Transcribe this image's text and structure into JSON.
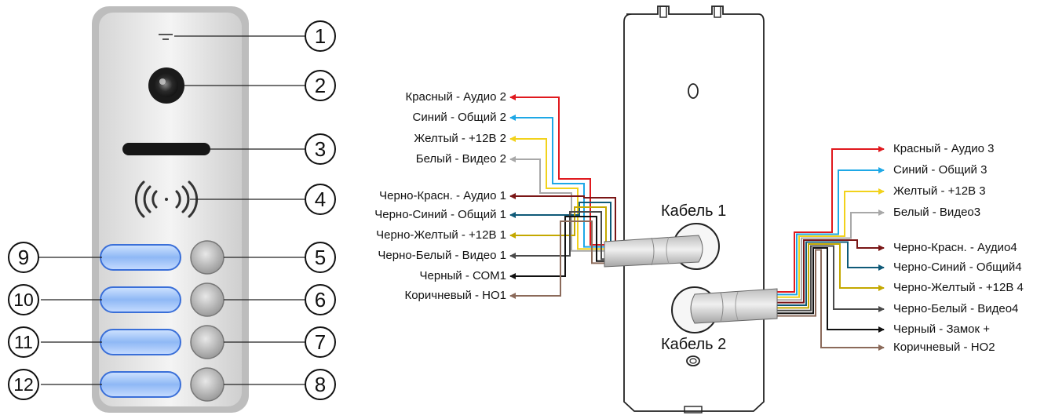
{
  "panel": {
    "callouts_right": [
      "1",
      "2",
      "3",
      "4",
      "5",
      "6",
      "7",
      "8"
    ],
    "callouts_left": [
      "9",
      "10",
      "11",
      "12"
    ]
  },
  "cable1": {
    "caption": "Кабель 1",
    "wires": [
      {
        "label": "Красный - Аудио 2",
        "color": "#e0191e"
      },
      {
        "label": "Синий - Общий 2",
        "color": "#1ea8e6"
      },
      {
        "label": "Желтый - +12В  2",
        "color": "#f2d21b"
      },
      {
        "label": "Белый - Видео 2",
        "color": "#a8a8a8"
      },
      {
        "label": "Черно-Красн. - Аудио 1",
        "color": "#7a1616"
      },
      {
        "label": "Черно-Синий - Общий 1",
        "color": "#0f5a78"
      },
      {
        "label": "Черно-Желтый - +12В  1",
        "color": "#c4a800"
      },
      {
        "label": "Черно-Белый - Видео 1",
        "color": "#4a4a4a"
      },
      {
        "label": "Черный - СОМ1",
        "color": "#111111"
      },
      {
        "label": "Коричневый - НО1",
        "color": "#8b6a5a"
      }
    ]
  },
  "cable2": {
    "caption": "Кабель 2",
    "wires": [
      {
        "label": "Красный - Аудио 3",
        "color": "#e0191e"
      },
      {
        "label": "Синий - Общий 3",
        "color": "#1ea8e6"
      },
      {
        "label": "Желтый - +12В 3",
        "color": "#f2d21b"
      },
      {
        "label": "Белый - Видео3",
        "color": "#a8a8a8"
      },
      {
        "label": "Черно-Красн. - Аудио4",
        "color": "#7a1616"
      },
      {
        "label": "Черно-Синий - Общий4",
        "color": "#0f5a78"
      },
      {
        "label": "Черно-Желтый - +12В 4",
        "color": "#c4a800"
      },
      {
        "label": "Черно-Белый - Видео4",
        "color": "#4a4a4a"
      },
      {
        "label": "Черный  - Замок +",
        "color": "#111111"
      },
      {
        "label": "Коричневый - НО2",
        "color": "#8b6a5a"
      }
    ]
  }
}
